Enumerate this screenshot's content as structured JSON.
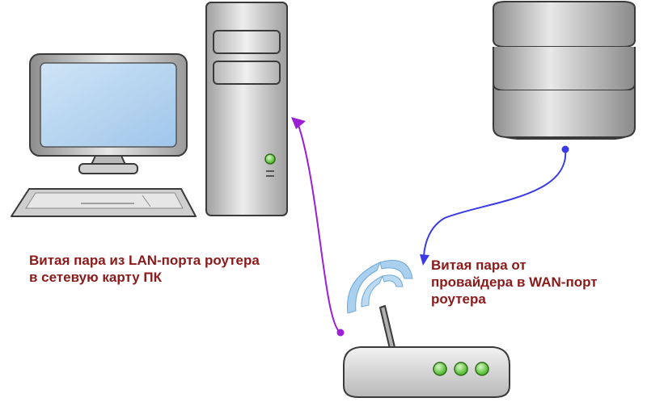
{
  "labels": {
    "lan": [
      "Витая пара из LAN-порта роутера",
      "в сетевую карту ПК"
    ],
    "wan": [
      "Витая пара от",
      "провайдера в WAN-порт",
      "роутера"
    ]
  },
  "colors": {
    "text": "#8b1a1a",
    "lan_cable": "#9b1fd6",
    "wan_cable": "#3a3ae6",
    "router_led": "#5cc83a",
    "wifi_waves": "#8fc1e8",
    "device_gray": "#c8c8c8"
  },
  "icons": {
    "monitor": "monitor-icon",
    "keyboard": "keyboard-icon",
    "pc_tower": "pc-tower-icon",
    "server": "server-database-icon",
    "router": "wifi-router-icon"
  }
}
